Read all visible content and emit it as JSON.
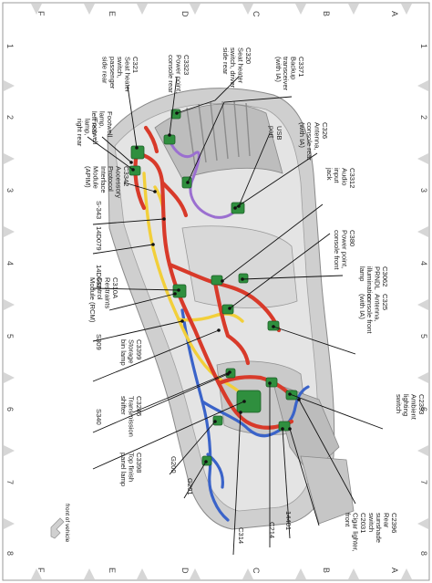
{
  "grid": {
    "letters_top": [
      "A",
      "B",
      "C",
      "D",
      "E",
      "F"
    ],
    "letters_bottom": [
      "A",
      "B",
      "C",
      "D",
      "E",
      "F"
    ],
    "numbers_left": [
      "1",
      "2",
      "3",
      "4",
      "5",
      "6",
      "7",
      "8"
    ],
    "numbers_right": [
      "1",
      "2",
      "3",
      "4",
      "5",
      "6",
      "7",
      "8"
    ]
  },
  "wire_colors": {
    "main_harness": "#d83a2a",
    "yellow_harness": "#f2cf3a",
    "blue_harness": "#3a63c9",
    "purple_harness": "#9b6fd0",
    "connector": "#2f8f3e"
  },
  "labels": {
    "c320": [
      "C320",
      "Seat heater",
      "switch, driver",
      "side rear"
    ],
    "c3323": [
      "C3323",
      "Power point,",
      "console rear"
    ],
    "c321": [
      "C321",
      "Seat heater",
      "switch,",
      "passenger",
      "side rear"
    ],
    "footwell_left": [
      "Footwell",
      "lamp,",
      "left rear"
    ],
    "footwell_right": [
      "Footwell",
      "lamp,",
      "right rear"
    ],
    "c3371": [
      "C3371",
      "Backup",
      "transceiver",
      "(with IA)"
    ],
    "usb": [
      "USB",
      "port"
    ],
    "c326": [
      "C326",
      "Antenna,",
      "console rear",
      "(with IA)"
    ],
    "c3342": [
      "C3342",
      "Accessory",
      "Protocol",
      "Interface",
      "Module",
      "(APIM)"
    ],
    "c3312": [
      "C3312",
      "Audio",
      "input",
      "jack"
    ],
    "s343": [
      "S-343"
    ],
    "p14d079": [
      "14D079"
    ],
    "c380": [
      "C380",
      "Power point,",
      "console front"
    ],
    "p14d662": [
      "14D662"
    ],
    "c310a": [
      "C310A",
      "Restraints",
      "Control",
      "Module (RCM)"
    ],
    "c3062": [
      "C3062",
      "PRNDL",
      "illumination",
      "lamp"
    ],
    "c325": [
      "C325",
      "Antenna,",
      "console front",
      "(with IA)"
    ],
    "s309": [
      "S309"
    ],
    "c3399": [
      "C3399",
      "Storage",
      "bin lamp"
    ],
    "s340": [
      "S340"
    ],
    "c3245": [
      "C3245",
      "Transmission",
      "shifter"
    ],
    "c2393": [
      "C2393",
      "Ambient",
      "lighting",
      "switch"
    ],
    "c3398": [
      "C3398",
      "Top finish",
      "panel lamp"
    ],
    "g200": [
      "G200"
    ],
    "g201": [
      "G201"
    ],
    "c314": [
      "C314"
    ],
    "c214": [
      "C214"
    ],
    "p14401": [
      "14401"
    ],
    "c2031": [
      "C2031",
      "Cigar lighter,",
      "front"
    ],
    "c2396": [
      "C2396",
      "Rear",
      "sunshade",
      "switch"
    ]
  },
  "front_of_vehicle": "front of vehicle"
}
